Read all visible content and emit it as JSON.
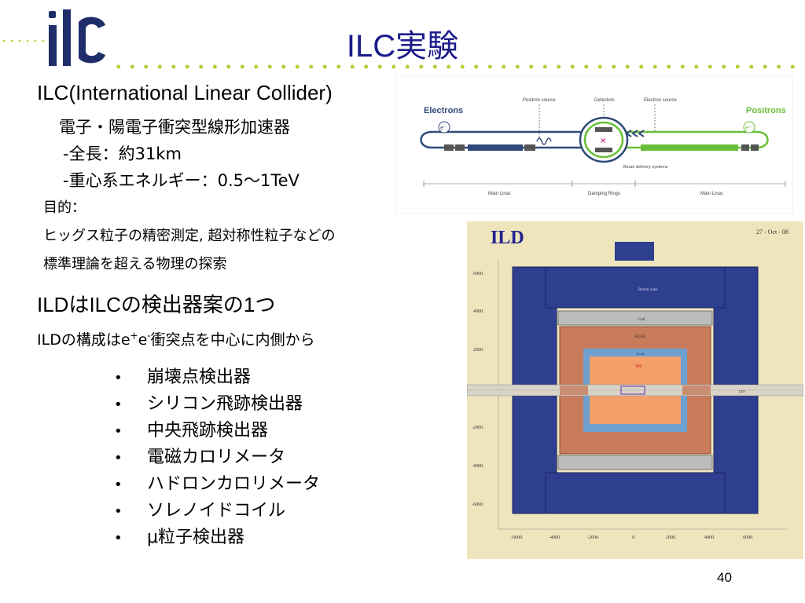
{
  "slide": {
    "title": "ILC実験",
    "logo_text": "ilc",
    "page_number": "40",
    "line1": "ILC(International Linear Collider)",
    "line2": "電子・陽電子衝突型線形加速器",
    "line3": "-全長：約31km",
    "line4": "-重心系エネルギー：0.5～1TeV",
    "purpose_label": "目的：",
    "purpose_line1": "ヒッグス粒子の精密測定, 超対称性粒子などの",
    "purpose_line2": "標準理論を超える物理の探索",
    "ild_heading": "ILDはILCの検出器案の1つ",
    "ild_comp_pre": "ILDの構成はe",
    "ild_comp_sup1": "+",
    "ild_comp_mid": "e",
    "ild_comp_sup2": "-",
    "ild_comp_post": "衝突点を中心に内側から",
    "bullet_char": "•",
    "components": [
      "崩壊点検出器",
      "シリコン飛跡検出器",
      "中央飛跡検出器",
      "電磁カロリメータ",
      "ハドロンカロリメータ",
      "ソレノイドコイル",
      "μ粒子検出器"
    ]
  },
  "ilc_diagram": {
    "electrons": "Electrons",
    "positrons": "Positrons",
    "positron_source": "Positron source",
    "detectors": "Detectors",
    "electron_source": "Electron source",
    "beam_delivery": "Beam delivery systems",
    "main_linac_left": "Main Linac",
    "damping_rings": "Damping Rings",
    "main_linac_right": "Main Linac",
    "e_minus": "e⁻",
    "e_plus": "e⁺",
    "color_electron": "#2f4a7a",
    "color_positron": "#6abf3a"
  },
  "ild_diagram": {
    "title": "ILD",
    "date": "27 - Oct - 08",
    "return_yoke": "Return yoke",
    "coil": "Coil",
    "hcal": "HCAL",
    "ecal": "ECAL",
    "tpc": "TPC",
    "qd0": "QD0",
    "y_ticks": [
      "6000.",
      "4000.",
      "2000.",
      "-2000.",
      "-4000.",
      "-6000."
    ],
    "x_ticks": [
      "-6000.",
      "-4000.",
      "-2000.",
      "0.",
      "2000.",
      "4000.",
      "6000."
    ],
    "color_yoke": "#2e3f8f",
    "color_hcal": "#c87c5c",
    "color_tpc": "#f3a06a",
    "color_ecal": "#6ea0d0",
    "color_bg": "#efe5bd"
  }
}
